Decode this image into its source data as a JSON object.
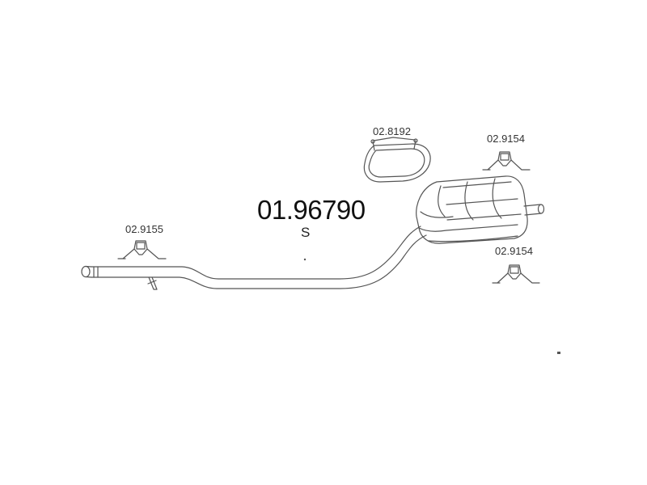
{
  "diagram": {
    "assembly_number": "01.96790",
    "assembly_variant": "S",
    "parts": [
      {
        "id": "clamp_ring",
        "label": "02.8192"
      },
      {
        "id": "rubber_mount_top",
        "label": "02.9154"
      },
      {
        "id": "rubber_mount_left",
        "label": "02.9155"
      },
      {
        "id": "rubber_mount_bottom",
        "label": "02.9154"
      }
    ],
    "line_color": "#555555",
    "fill_color": "#ffffff"
  }
}
